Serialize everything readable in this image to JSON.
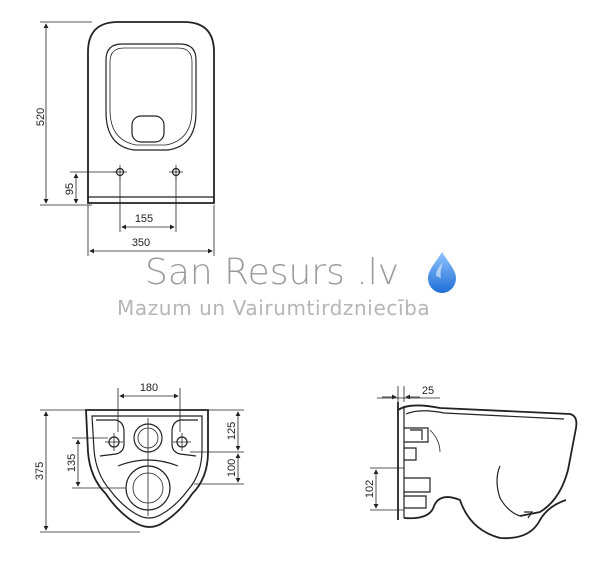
{
  "top_view": {
    "dims": {
      "height": "520",
      "fix_height": "95",
      "fix_spacing": "155",
      "width": "350"
    }
  },
  "front_view": {
    "dims": {
      "fix_spacing": "180",
      "height": "375",
      "upper": "125",
      "lower": "100",
      "left": "135"
    }
  },
  "side_view": {
    "dims": {
      "depth": "25",
      "height": "102"
    }
  },
  "watermark": {
    "brand": "San Resurs .lv",
    "tagline": "Mazum un Vairumtirdzniecība",
    "drop_colors": [
      "#1f6fd6",
      "#8fc3ff"
    ]
  }
}
